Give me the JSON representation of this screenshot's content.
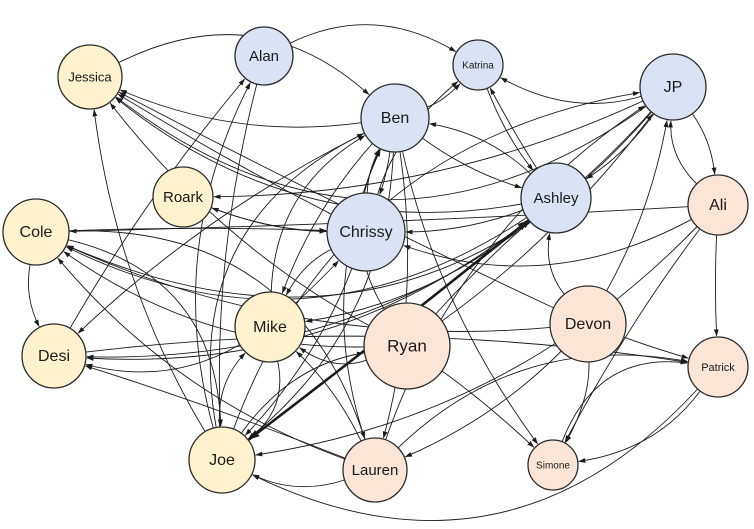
{
  "colors": {
    "group_yellow": "#fff2cc",
    "group_blue": "#dae3f3",
    "group_peach": "#fbe5d6",
    "stroke": "#2b2b2b",
    "edge": "#1a1a1a"
  },
  "nodes": [
    {
      "id": "jessica",
      "label": "Jessica",
      "group": "yellow"
    },
    {
      "id": "alan",
      "label": "Alan",
      "group": "blue"
    },
    {
      "id": "katrina",
      "label": "Katrina",
      "group": "blue"
    },
    {
      "id": "jp",
      "label": "JP",
      "group": "blue"
    },
    {
      "id": "ben",
      "label": "Ben",
      "group": "blue"
    },
    {
      "id": "roark",
      "label": "Roark",
      "group": "yellow"
    },
    {
      "id": "ashley",
      "label": "Ashley",
      "group": "blue"
    },
    {
      "id": "ali",
      "label": "Ali",
      "group": "peach"
    },
    {
      "id": "cole",
      "label": "Cole",
      "group": "yellow"
    },
    {
      "id": "chrissy",
      "label": "Chrissy",
      "group": "blue"
    },
    {
      "id": "mike",
      "label": "Mike",
      "group": "yellow"
    },
    {
      "id": "devon",
      "label": "Devon",
      "group": "peach"
    },
    {
      "id": "desi",
      "label": "Desi",
      "group": "yellow"
    },
    {
      "id": "ryan",
      "label": "Ryan",
      "group": "peach"
    },
    {
      "id": "patrick",
      "label": "Patrick",
      "group": "peach"
    },
    {
      "id": "joe",
      "label": "Joe",
      "group": "yellow"
    },
    {
      "id": "lauren",
      "label": "Lauren",
      "group": "peach"
    },
    {
      "id": "simone",
      "label": "Simone",
      "group": "peach"
    }
  ],
  "edges": [
    {
      "from": "jp",
      "to": "jessica"
    },
    {
      "from": "alan",
      "to": "katrina"
    },
    {
      "from": "jp",
      "to": "katrina"
    },
    {
      "from": "ben",
      "to": "katrina"
    },
    {
      "from": "katrina",
      "to": "ashley"
    },
    {
      "from": "ashley",
      "to": "katrina"
    },
    {
      "from": "ben",
      "to": "jessica"
    },
    {
      "from": "ashley",
      "to": "jessica"
    },
    {
      "from": "chrissy",
      "to": "jessica"
    },
    {
      "from": "ryan",
      "to": "jessica"
    },
    {
      "from": "devon",
      "to": "jessica"
    },
    {
      "from": "jessica",
      "to": "ben"
    },
    {
      "from": "jp",
      "to": "ashley"
    },
    {
      "from": "jp",
      "to": "ali"
    },
    {
      "from": "ali",
      "to": "jp"
    },
    {
      "from": "jp",
      "to": "roark"
    },
    {
      "from": "jp",
      "to": "cole"
    },
    {
      "from": "jp",
      "to": "desi"
    },
    {
      "from": "ben",
      "to": "ashley"
    },
    {
      "from": "ashley",
      "to": "ben"
    },
    {
      "from": "ben",
      "to": "chrissy"
    },
    {
      "from": "ben",
      "to": "joe"
    },
    {
      "from": "ben",
      "to": "mike"
    },
    {
      "from": "ben",
      "to": "desi"
    },
    {
      "from": "ben",
      "to": "simone"
    },
    {
      "from": "ben",
      "to": "lauren"
    },
    {
      "from": "chrissy",
      "to": "ben"
    },
    {
      "from": "ashley",
      "to": "cole"
    },
    {
      "from": "ashley",
      "to": "mike"
    },
    {
      "from": "ashley",
      "to": "chrissy"
    },
    {
      "from": "ashley",
      "to": "desi"
    },
    {
      "from": "chrissy",
      "to": "katrina"
    },
    {
      "from": "roark",
      "to": "chrissy"
    },
    {
      "from": "chrissy",
      "to": "roark"
    },
    {
      "from": "cole",
      "to": "chrissy"
    },
    {
      "from": "chrissy",
      "to": "mike"
    },
    {
      "from": "mike",
      "to": "chrissy"
    },
    {
      "from": "chrissy",
      "to": "joe"
    },
    {
      "from": "ali",
      "to": "cole"
    },
    {
      "from": "ali",
      "to": "chrissy"
    },
    {
      "from": "ali",
      "to": "patrick"
    },
    {
      "from": "ali",
      "to": "joe"
    },
    {
      "from": "ali",
      "to": "simone"
    },
    {
      "from": "devon",
      "to": "jp"
    },
    {
      "from": "devon",
      "to": "ashley"
    },
    {
      "from": "devon",
      "to": "simone"
    },
    {
      "from": "devon",
      "to": "patrick"
    },
    {
      "from": "devon",
      "to": "lauren"
    },
    {
      "from": "devon",
      "to": "cole"
    },
    {
      "from": "ryan",
      "to": "cole"
    },
    {
      "from": "ryan",
      "to": "ashley"
    },
    {
      "from": "ryan",
      "to": "mike"
    },
    {
      "from": "ryan",
      "to": "simone"
    },
    {
      "from": "ryan",
      "to": "jp"
    },
    {
      "from": "joe",
      "to": "ashley",
      "heavy": true
    },
    {
      "from": "ashley",
      "to": "joe",
      "heavy": true
    },
    {
      "from": "joe",
      "to": "alan"
    },
    {
      "from": "alan",
      "to": "joe"
    },
    {
      "from": "joe",
      "to": "mike"
    },
    {
      "from": "mike",
      "to": "joe"
    },
    {
      "from": "joe",
      "to": "ryan"
    },
    {
      "from": "joe",
      "to": "jessica"
    },
    {
      "from": "joe",
      "to": "ben"
    },
    {
      "from": "joe",
      "to": "jp"
    },
    {
      "from": "cole",
      "to": "joe"
    },
    {
      "from": "cole",
      "to": "desi"
    },
    {
      "from": "cole",
      "to": "lauren"
    },
    {
      "from": "desi",
      "to": "alan"
    },
    {
      "from": "desi",
      "to": "patrick"
    },
    {
      "from": "lauren",
      "to": "joe"
    },
    {
      "from": "lauren",
      "to": "cole"
    },
    {
      "from": "lauren",
      "to": "desi"
    },
    {
      "from": "lauren",
      "to": "ben"
    },
    {
      "from": "lauren",
      "to": "jp"
    },
    {
      "from": "lauren",
      "to": "patrick"
    },
    {
      "from": "lauren",
      "to": "mike"
    },
    {
      "from": "simone",
      "to": "patrick"
    },
    {
      "from": "patrick",
      "to": "simone"
    },
    {
      "from": "patrick",
      "to": "joe"
    },
    {
      "from": "mike",
      "to": "ben"
    },
    {
      "from": "mike",
      "to": "desi"
    },
    {
      "from": "ryan",
      "to": "ben"
    }
  ]
}
